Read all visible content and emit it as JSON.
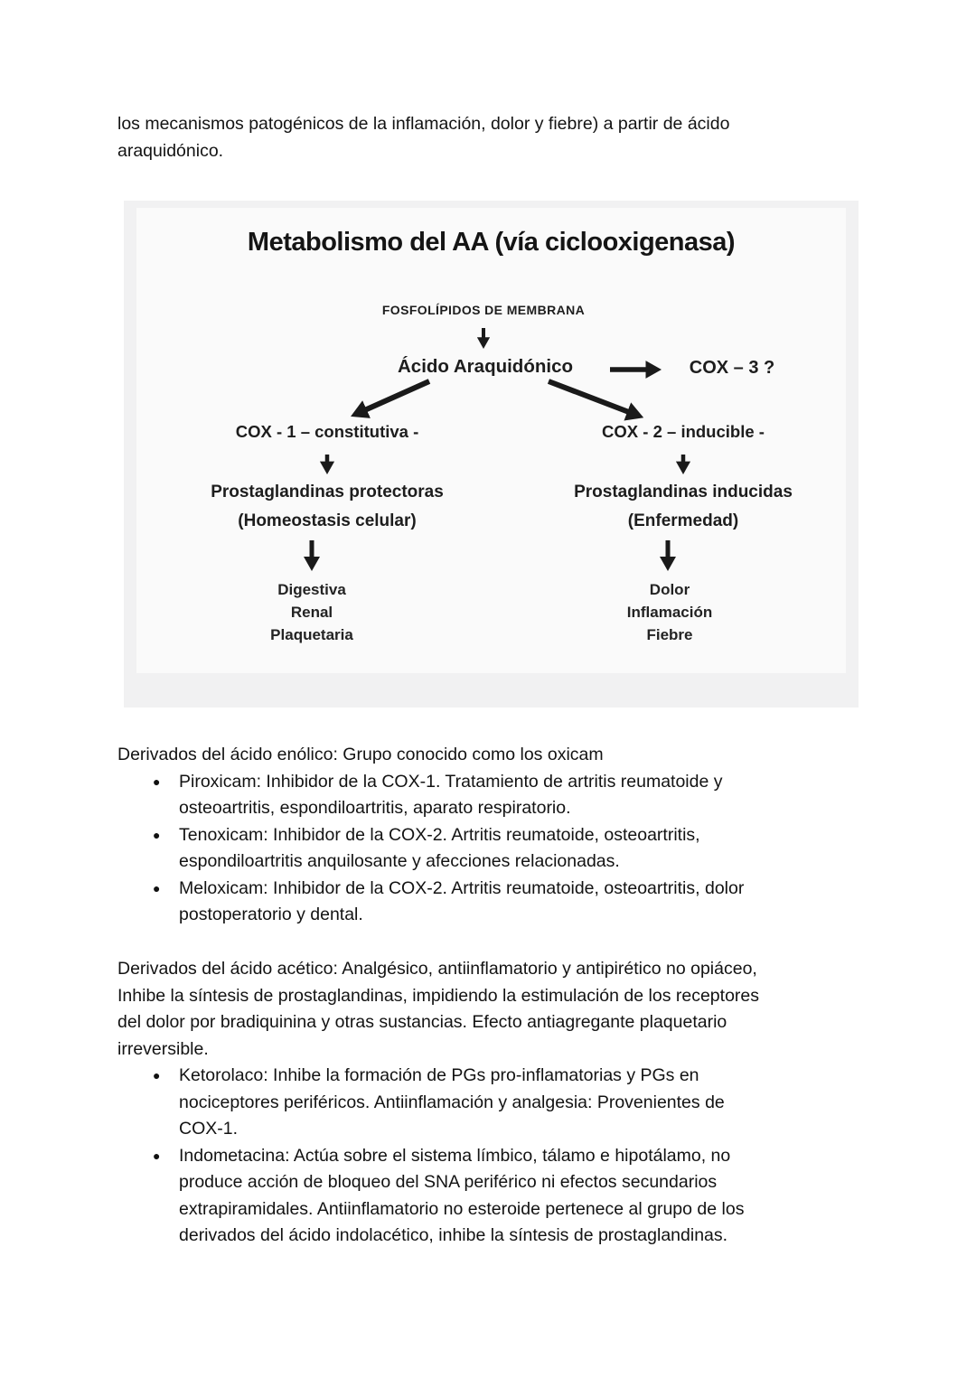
{
  "glyphs": {
    "bullet": "●"
  },
  "intro": {
    "lines": [
      "los mecanismos patogénicos de la inflamación, dolor y fiebre) a partir de ácido",
      "araquidónico."
    ]
  },
  "diagram": {
    "title": "Metabolismo del AA (vía ciclooxigenasa)",
    "membrane": "FOSFOLÍPIDOS DE MEMBRANA",
    "arachidonic_acid": "Ácido Araquidónico",
    "cox3": "COX – 3 ?",
    "cox1": "COX - 1  – constitutiva -",
    "cox2": "COX - 2 – inducible -",
    "left": {
      "product": "Prostaglandinas protectoras",
      "context": "(Homeostasis celular)",
      "effects": [
        "Digestiva",
        "Renal",
        "Plaquetaria"
      ]
    },
    "right": {
      "product": "Prostaglandinas inducidas",
      "context": "(Enfermedad)",
      "effects": [
        "Dolor",
        "Inflamación",
        "Fiebre"
      ]
    }
  },
  "sections": {
    "enolico": {
      "heading": "Derivados del ácido enólico: Grupo conocido como los oxicam",
      "items": [
        {
          "lines": [
            "Piroxicam: Inhibidor de la COX-1. Tratamiento de artritis reumatoide y",
            "osteoartritis, espondiloartritis, aparato respiratorio."
          ]
        },
        {
          "lines": [
            "Tenoxicam: Inhibidor de la COX-2. Artritis reumatoide, osteoartritis,",
            "espondiloartritis anquilosante y afecciones relacionadas."
          ]
        },
        {
          "lines": [
            "Meloxicam: Inhibidor de la COX-2. Artritis reumatoide, osteoartritis, dolor",
            "postoperatorio y dental."
          ]
        }
      ]
    },
    "acetico": {
      "heading_lines": [
        "Derivados del ácido acético: Analgésico, antiinflamatorio y antipirético no opiáceo,",
        "Inhibe la síntesis de prostaglandinas, impidiendo la estimulación de los receptores",
        "del dolor por bradiquinina y otras sustancias. Efecto antiagregante plaquetario",
        "irreversible."
      ],
      "items": [
        {
          "lines": [
            "Ketorolaco: Inhibe la formación de PGs pro-inflamatorias y PGs en",
            "nociceptores periféricos. Antiinflamación y analgesia: Provenientes de",
            "COX-1."
          ]
        },
        {
          "lines": [
            "Indometacina: Actúa sobre el sistema límbico, tálamo e hipotálamo, no",
            "produce acción de bloqueo del SNA periférico ni efectos secundarios",
            "extrapiramidales. Antiinflamatorio no esteroide pertenece al grupo de los",
            "derivados del ácido indolacético, inhibe la síntesis de prostaglandinas."
          ]
        }
      ]
    }
  }
}
